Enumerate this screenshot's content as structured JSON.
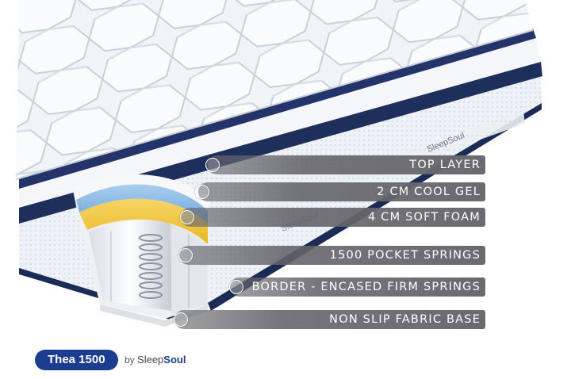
{
  "product": {
    "model": "Thea 1500",
    "by_prefix": "by",
    "brand_light": "Sleep",
    "brand_bold": "Soul",
    "side_logo": "SleepSoul",
    "accent_color": "#1c3d8f"
  },
  "callouts": [
    {
      "label": "TOP LAYER"
    },
    {
      "label": "2 CM COOL GEL"
    },
    {
      "label": "4 CM SOFT FOAM"
    },
    {
      "label": "1500 POCKET SPRINGS"
    },
    {
      "label": "BORDER - ENCASED FIRM SPRINGS"
    },
    {
      "label": "NON SLIP FABRIC BASE"
    }
  ]
}
